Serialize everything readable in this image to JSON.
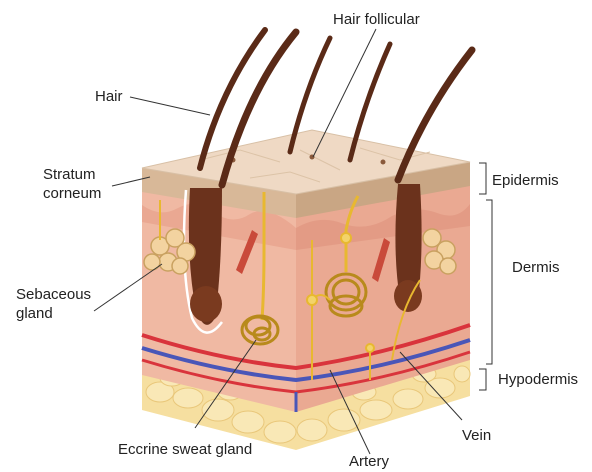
{
  "labels": {
    "hair": "Hair",
    "hair_follicular": "Hair follicular",
    "stratum_corneum_line1": "Stratum",
    "stratum_corneum_line2": "corneum",
    "sebaceous_gland_line1": "Sebaceous",
    "sebaceous_gland_line2": "gland",
    "eccrine_sweat_gland": "Eccrine sweat gland",
    "artery": "Artery",
    "vein": "Vein",
    "epidermis": "Epidermis",
    "dermis": "Dermis",
    "hypodermis": "Hypodermis"
  },
  "colors": {
    "epidermis_top": "#efd9c4",
    "epidermis_side": "#d8b898",
    "dermis": "#f0b9a3",
    "dermis_dark": "#e09d86",
    "hypodermis_fat": "#f6dfa0",
    "hair": "#5a2a17",
    "nerve": "#e8b830",
    "artery": "#d9343c",
    "vein": "#4a56b8",
    "label_text": "#222222",
    "leader_line": "#333333"
  }
}
